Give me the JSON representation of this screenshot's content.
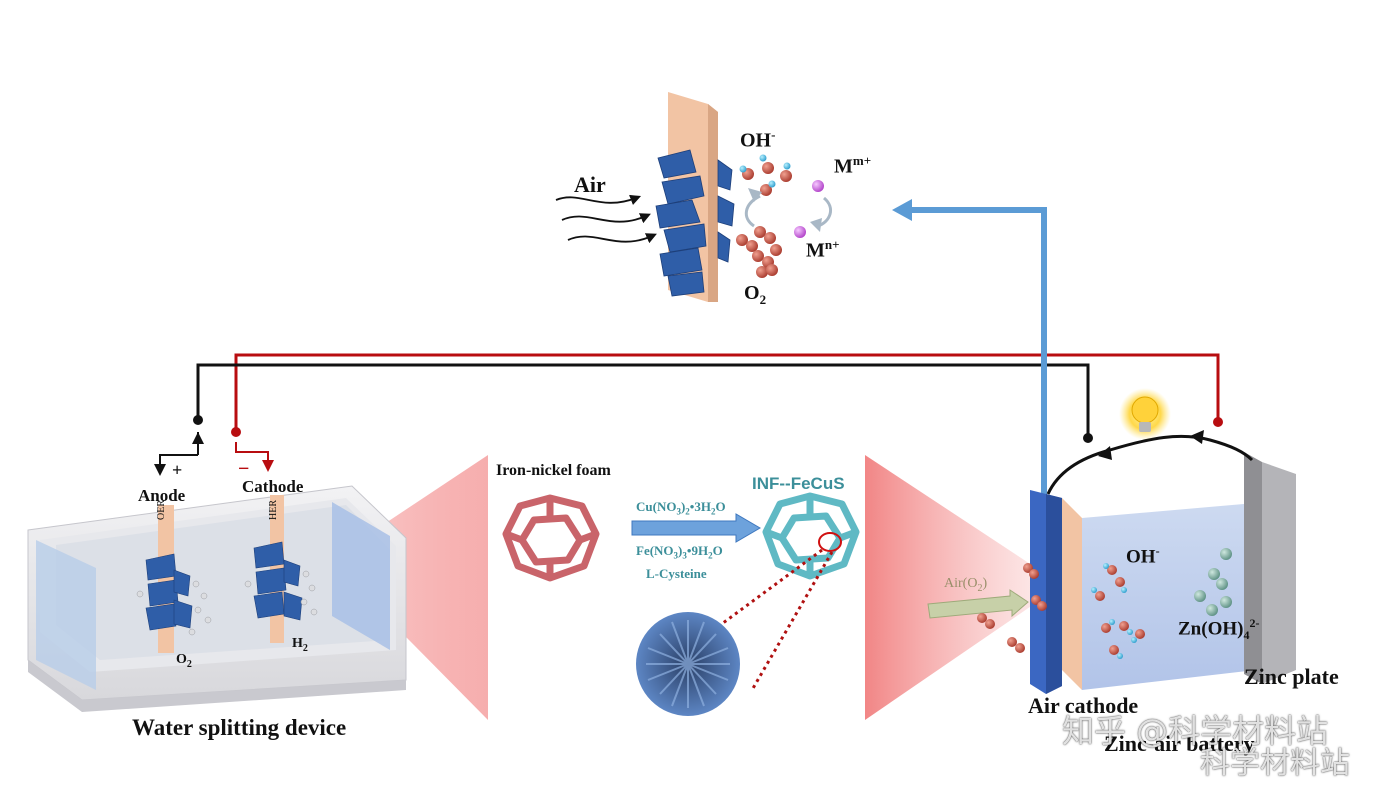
{
  "top": {
    "air": "Air",
    "oh": "OH",
    "oh_sup": "-",
    "m": "M",
    "m_sup": "m+",
    "mn": "M",
    "mn_sup": "n+",
    "o2": "O",
    "o2_sub": "2"
  },
  "device": {
    "anode_sign": "+",
    "anode": "Anode",
    "cathode_sign": "−",
    "cathode": "Cathode",
    "oer": "OER",
    "her": "HER",
    "o2": "O",
    "o2_sub": "2",
    "h2": "H",
    "h2_sub": "2",
    "title": "Water splitting device"
  },
  "synthesis": {
    "foam": "Iron-nickel foam",
    "product": "INF--FeCuS",
    "reagent1": "Cu(NO",
    "reagent1_sub1": "3",
    "reagent1_mid": ")",
    "reagent1_sub2": "2",
    "reagent1_end": "•3H",
    "reagent1_sub3": "2",
    "reagent1_tail": "O",
    "reagent2": "Fe(NO",
    "reagent2_sub1": "3",
    "reagent2_mid": ")",
    "reagent2_sub2": "3",
    "reagent2_end": "•9H",
    "reagent2_sub3": "2",
    "reagent2_tail": "O",
    "reagent3": "L-Cysteine"
  },
  "battery": {
    "air_o2": "Air(O",
    "air_o2_sub": "2",
    "air_o2_end": ")",
    "oh": "OH",
    "oh_sup": "-",
    "zincate": "Zn(OH)",
    "zincate_sub": "4",
    "zincate_sup": "2-",
    "zinc_plate": "Zinc plate",
    "air_cathode": "Air cathode",
    "title": "Zinc-air battery"
  },
  "watermark": {
    "line1": "知乎 @科学材料站",
    "line2": "科学材料站"
  },
  "colors": {
    "wire_red": "#b80d10",
    "wire_black": "#111111",
    "arrow_blue": "#5b9bd5",
    "electrode": "#f2c4a4",
    "catalyst": "#2f5ea8"
  }
}
